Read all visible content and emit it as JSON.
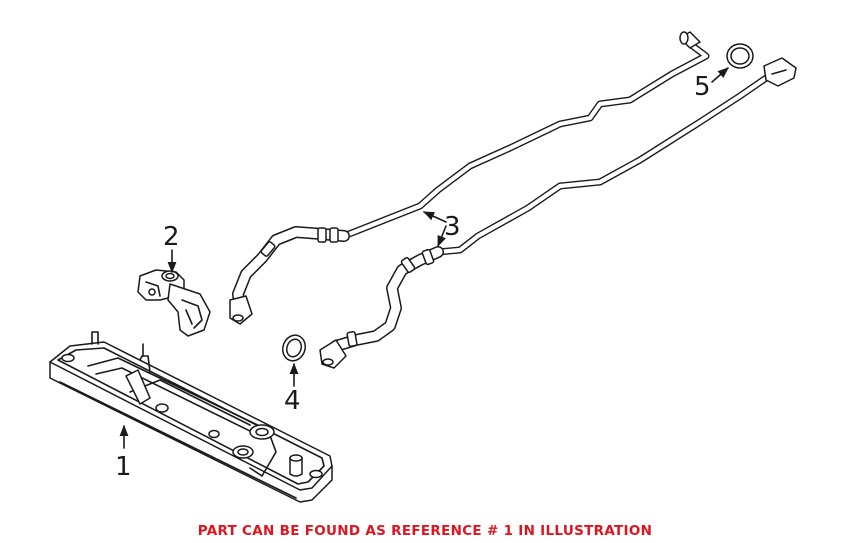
{
  "callouts": {
    "c1": "1",
    "c2": "2",
    "c3": "3",
    "c4": "4",
    "c5": "5"
  },
  "caption": "PART CAN BE FOUND AS REFERENCE # 1 IN ILLUSTRATION",
  "colors": {
    "line": "#1a1a1a",
    "caption": "#e0141e",
    "background": "#ffffff"
  }
}
